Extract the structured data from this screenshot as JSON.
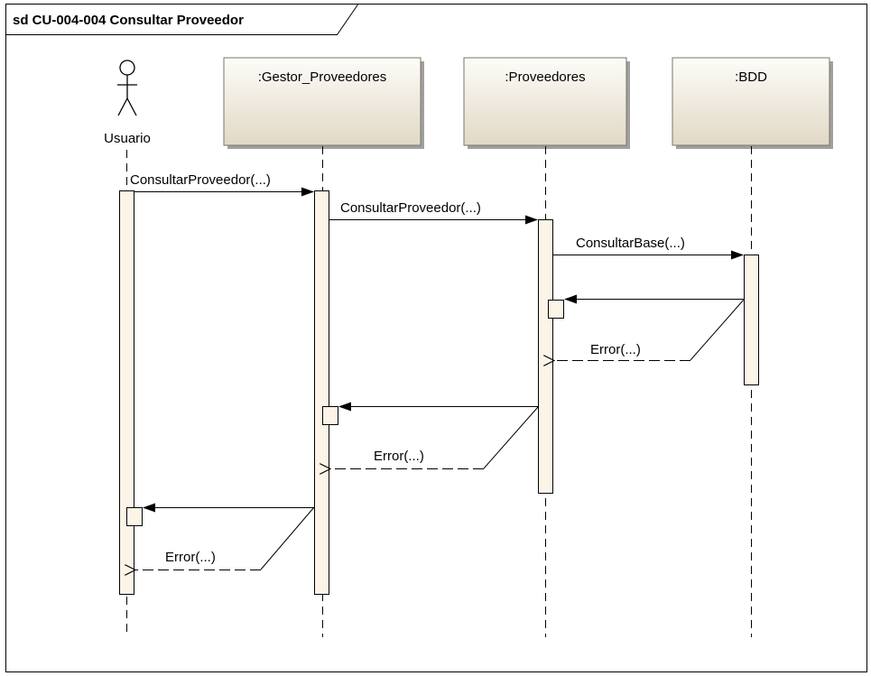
{
  "frame": {
    "title": "sd CU-004-004 Consultar Proveedor"
  },
  "actor": {
    "label": "Usuario"
  },
  "lifelines": [
    {
      "label": ":Gestor_Proveedores"
    },
    {
      "label": ":Proveedores"
    },
    {
      "label": ":BDD"
    }
  ],
  "messages": [
    {
      "label": "ConsultarProveedor(...)"
    },
    {
      "label": "ConsultarProveedor(...)"
    },
    {
      "label": "ConsultarBase(...)"
    },
    {
      "label": "Error(...)"
    },
    {
      "label": "Error(...)"
    },
    {
      "label": "Error(...)"
    }
  ],
  "colors": {
    "frame_border": "#000000",
    "lifeline_fill_top": "#fdfcf8",
    "lifeline_fill_bottom": "#e3dccb",
    "activation_fill": "#fcf4e7",
    "shadow": "#a9a9a9",
    "line": "#000000"
  }
}
